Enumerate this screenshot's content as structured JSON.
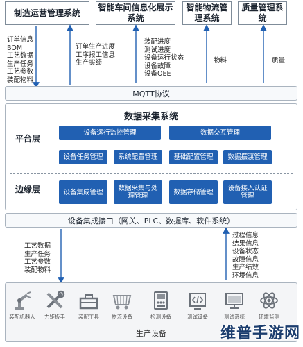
{
  "top_systems": [
    "制造运营管理系统",
    "智能车间信息化展示系统",
    "智能物流管理系统",
    "质量管理系统"
  ],
  "flows": {
    "left_down": "订单信息\nBOM\n工艺数据\n生产任务\n工艺参数\n装配物料",
    "left_up": "订单生产进度\n工序报工信息\n生产实绩",
    "center": "装配进度\n测试进度\n设备运行状态\n设备故障\n设备OEE",
    "logistics": "物料",
    "quality": "质量",
    "bottom_down": "工艺数据\n生产任务\n工艺参数\n装配物料",
    "bottom_up": "过程信息\n结果信息\n设备状态\n故障信息\n生产绩效\n环境信息"
  },
  "mqtt_label": "MQTT协议",
  "collection": {
    "title": "数据采集系统",
    "platform_label": "平台层",
    "platform_row1": [
      "设备运行监控管理",
      "数据交互管理"
    ],
    "platform_row2": [
      "设备任务管理",
      "系统配置管理",
      "基础配置管理",
      "数据摆渡管理"
    ],
    "edge_label": "边缘层",
    "edge_row": [
      "设备集成管理",
      "数据采集与处理管理",
      "数据存储管理",
      "设备接入认证管理"
    ]
  },
  "interface_label": "设备集成接口（网关、PLC、数据库、软件系统）",
  "devices": {
    "items": [
      {
        "label": "装配机器人",
        "icon": "robot-arm-icon"
      },
      {
        "label": "力矩扳手",
        "icon": "wrench-icon"
      },
      {
        "label": "装配工具",
        "icon": "toolbox-icon"
      },
      {
        "label": "物流设备",
        "icon": "cart-icon"
      },
      {
        "label": "检测设备",
        "icon": "tester-icon"
      },
      {
        "label": "测试设备",
        "icon": "code-monitor-icon"
      },
      {
        "label": "测试系统",
        "icon": "monitor-icon"
      },
      {
        "label": "环境监测",
        "icon": "atom-icon"
      }
    ],
    "footer": "生产设备"
  },
  "watermark": "维普手游网",
  "colors": {
    "accent": "#2160b2",
    "border": "#aab4bf",
    "arrow": "#2160b2"
  }
}
